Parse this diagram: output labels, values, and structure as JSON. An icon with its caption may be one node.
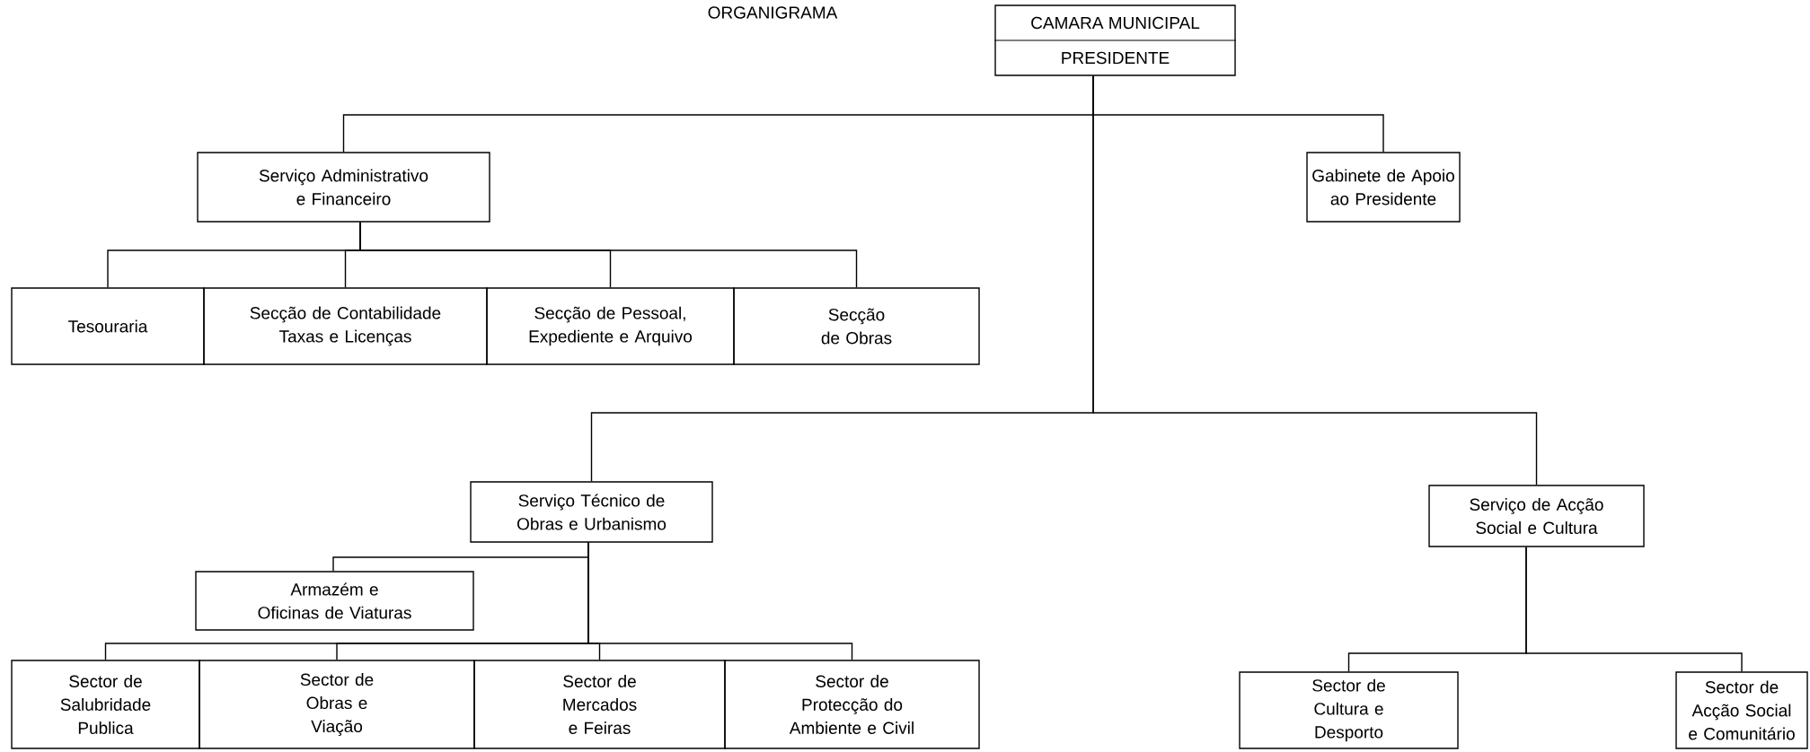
{
  "diagram": {
    "title": "ORGANIGRAMA",
    "nodes": [
      {
        "text": [
          "CAMARA MUNICIPAL",
          "PRESIDENTE"
        ]
      },
      {
        "text": [
          "Serviço Administrativo e Financeiro"
        ]
      },
      {
        "text": [
          "Gabinete de Apoio ao Presidente"
        ]
      },
      {
        "text": [
          "Tesouraria"
        ]
      },
      {
        "text": [
          "Secção de Contabilidade Taxas e Licenças"
        ]
      },
      {
        "text": [
          "Secção de Pessoal, Expediente e Arquivo"
        ]
      },
      {
        "text": [
          "Secção de Obras"
        ]
      },
      {
        "text": [
          "Serviço Técnico de Obras e Urbanismo"
        ]
      },
      {
        "text": [
          "Armazém e Oficinas de Viaturas"
        ]
      },
      {
        "text": [
          "Sector de Salubridade Publica"
        ]
      },
      {
        "text": [
          "Sector de Obras e Viação"
        ]
      },
      {
        "text": [
          "Sector de Mercados e Feiras"
        ]
      },
      {
        "text": [
          "Sector de Protecção do Ambiente e Civil"
        ]
      },
      {
        "text": [
          "Serviço de Acção Social e Cultura"
        ]
      },
      {
        "text": [
          "Sector de Cultura e Desporto"
        ]
      },
      {
        "text": [
          "Sector de Acção Social e Comunitário"
        ]
      }
    ],
    "edges": [
      {
        "from": 0,
        "to": 1,
        "arrow": "none"
      },
      {
        "from": 0,
        "to": 2,
        "arrow": "none"
      },
      {
        "from": 0,
        "to": 7,
        "arrow": "none"
      },
      {
        "from": 0,
        "to": 13,
        "arrow": "none"
      },
      {
        "from": 1,
        "to": 3,
        "arrow": "none"
      },
      {
        "from": 1,
        "to": 4,
        "arrow": "none"
      },
      {
        "from": 1,
        "to": 5,
        "arrow": "none"
      },
      {
        "from": 1,
        "to": 6,
        "arrow": "none"
      },
      {
        "from": 7,
        "to": 8,
        "arrow": "none"
      },
      {
        "from": 7,
        "to": 9,
        "arrow": "none"
      },
      {
        "from": 7,
        "to": 10,
        "arrow": "none"
      },
      {
        "from": 7,
        "to": 11,
        "arrow": "none"
      },
      {
        "from": 7,
        "to": 12,
        "arrow": "none"
      },
      {
        "from": 13,
        "to": 14,
        "arrow": "none"
      },
      {
        "from": 13,
        "to": 15,
        "arrow": "none"
      }
    ]
  }
}
